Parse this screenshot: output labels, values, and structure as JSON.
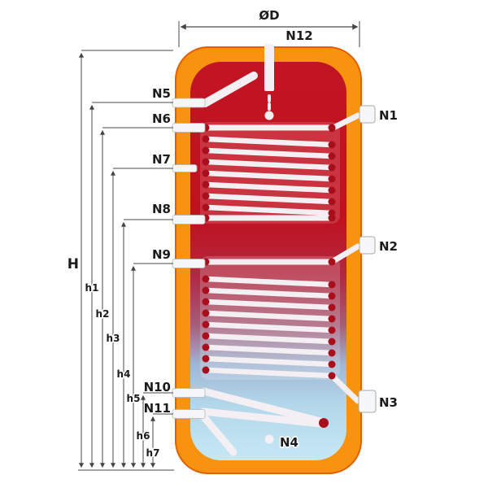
{
  "labels": {
    "diameter": "ØD",
    "top_port": "N12",
    "height": "H",
    "left_ports": [
      "N5",
      "N6",
      "N7",
      "N8",
      "N9",
      "N10",
      "N11"
    ],
    "right_ports": [
      "N1",
      "N2",
      "N3"
    ],
    "bottom_port": "N4",
    "heights": [
      "h1",
      "h2",
      "h3",
      "h4",
      "h5",
      "h6",
      "h7"
    ]
  },
  "colors": {
    "shell_orange": "#F7930E",
    "shell_edge": "#E25F00",
    "tank_red_top": "#C21523",
    "tank_blue_bottom": "#C6E8F5",
    "coil_pipe": "#F4EFF3",
    "coil_dot": "#A90F1B",
    "dimension_line": "#4A4A4A",
    "label_text": "#1B1B1B"
  }
}
